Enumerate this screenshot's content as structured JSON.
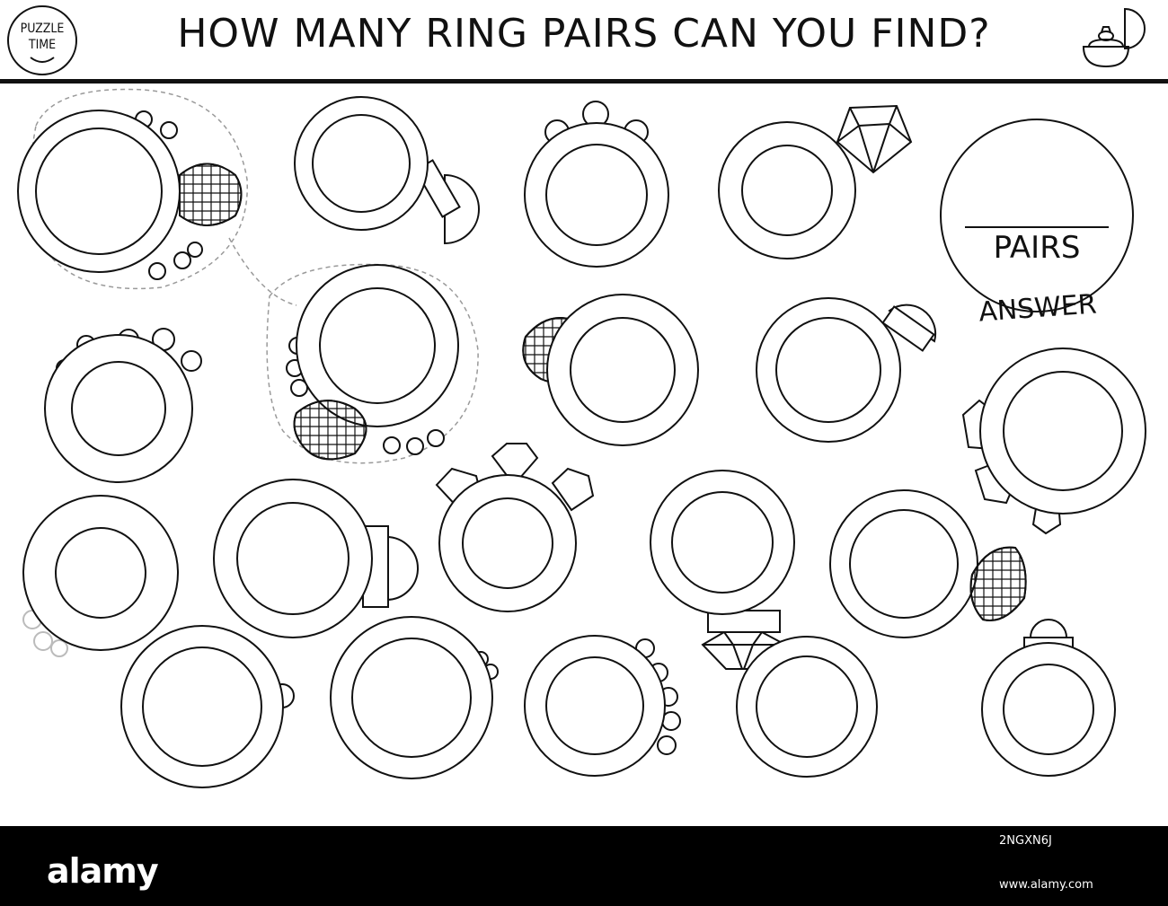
{
  "header": {
    "logo_line1": "PUZZLE",
    "logo_line2": "TIME",
    "title": "HOW MANY RING PAIRS CAN YOU FIND?",
    "box_icon": "ring-box-icon"
  },
  "answer_box": {
    "pairs_label": "PAIRS",
    "answer_label": "ANSWER"
  },
  "rings": [
    {
      "id": 1,
      "decor": "big-gem-right, bumps-top, bumps-bottom",
      "highlighted": true
    },
    {
      "id": 2,
      "decor": "dome-gem-right"
    },
    {
      "id": 3,
      "decor": "three-bumps-top"
    },
    {
      "id": 4,
      "decor": "diamond-top-right"
    },
    {
      "id": 5,
      "decor": "bumps-top-left"
    },
    {
      "id": 6,
      "decor": "big-gem-bottom-left, bumps-left, bumps-bottom",
      "highlighted": true
    },
    {
      "id": 7,
      "decor": "big-gem-left"
    },
    {
      "id": 8,
      "decor": "dome-gem-top-right"
    },
    {
      "id": 9,
      "decor": "three-diamonds-left"
    },
    {
      "id": 10,
      "decor": "three-diamonds-top"
    },
    {
      "id": 11,
      "decor": "faded-bumps-bottom-left"
    },
    {
      "id": 12,
      "decor": "dome-gem-right"
    },
    {
      "id": 13,
      "decor": "diamond-bottom"
    },
    {
      "id": 14,
      "decor": "big-gem-right"
    },
    {
      "id": 15,
      "decor": "bump-right"
    },
    {
      "id": 16,
      "decor": "bumps-right"
    },
    {
      "id": 17,
      "decor": "bumps-right"
    },
    {
      "id": 18,
      "decor": "none"
    },
    {
      "id": 19,
      "decor": "dome-gem-top"
    }
  ],
  "footer": {
    "brand": "alamy",
    "image_id": "2NGXN6J",
    "url": "www.alamy.com"
  }
}
